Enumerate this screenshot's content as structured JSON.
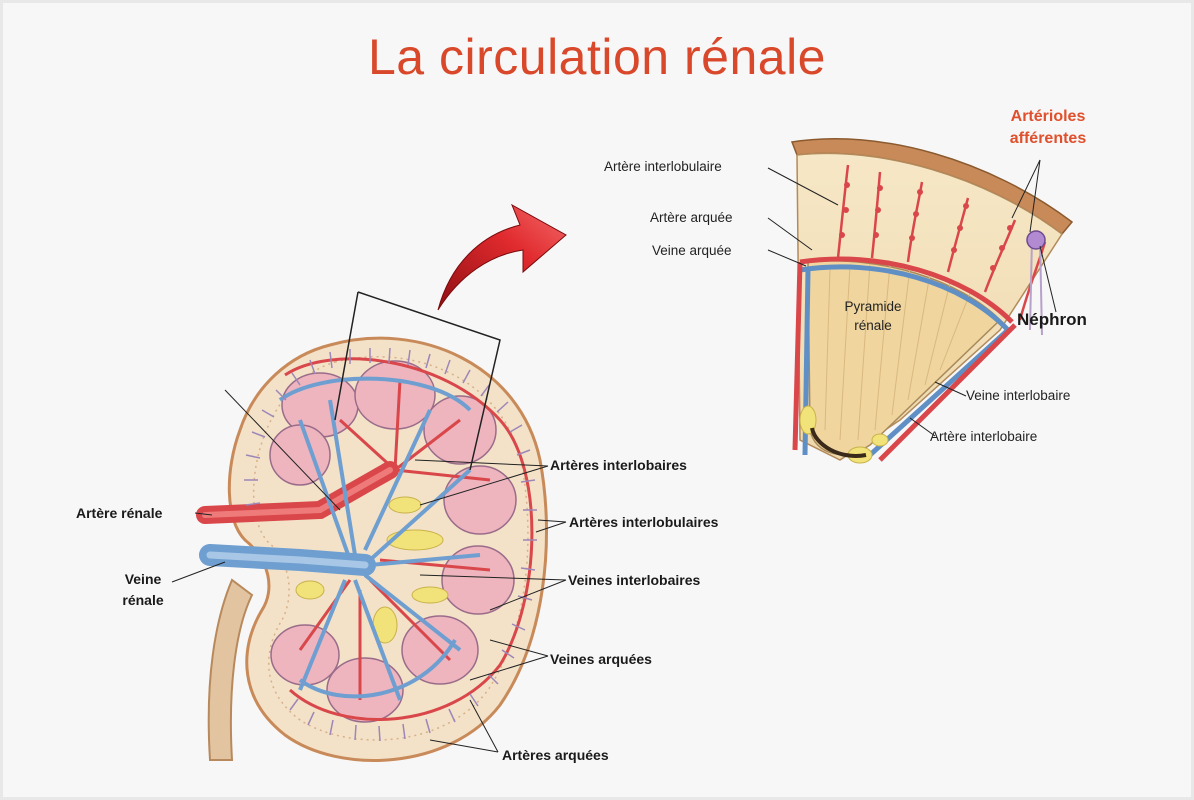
{
  "title": "La circulation rénale",
  "kidney_labels": {
    "artere_renale": "Artère rénale",
    "veine_renale_1": "Veine",
    "veine_renale_2": "rénale",
    "arteres_interlobaires": "Artères interlobaires",
    "arteres_interlobulaires": "Artères interlobulaires",
    "veines_interlobaires": "Veines interlobaires",
    "veines_arquees": "Veines arquées",
    "arteres_arquees": "Artères arquées"
  },
  "detail_labels": {
    "arterioles_1": "Artérioles",
    "arterioles_2": "afférentes",
    "artere_interlobulaire": "Artère interlobulaire",
    "artere_arquee": "Artère arquée",
    "veine_arquee": "Veine arquée",
    "pyramide_1": "Pyramide",
    "pyramide_2": "rénale",
    "nephron": "Néphron",
    "veine_interlobaire": "Veine interlobaire",
    "artere_interlobaire": "Artère interlobaire"
  },
  "colors": {
    "title": "#d9482a",
    "artery": "#d9474a",
    "vein": "#6f9fd0",
    "cortex": "#f3e2c8",
    "pyramid": "#eeb5bf",
    "capsule": "#c98a5a",
    "fat": "#f2e27a",
    "arrow": "#d8262a"
  }
}
